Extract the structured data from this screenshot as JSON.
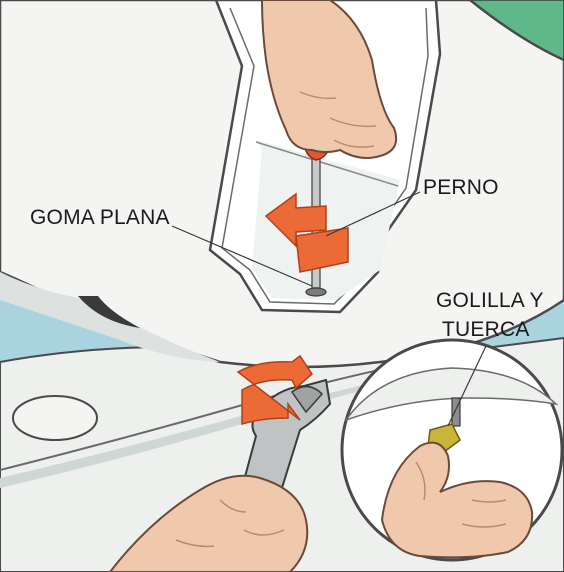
{
  "colors": {
    "background_blue": "#a8d3df",
    "porcelain": "#f4f5f3",
    "outline": "#4a4a4a",
    "skin": "#f0c9ad",
    "skin_shadow": "#d99f83",
    "arrow_orange": "#ec6a36",
    "screwdriver_red": "#e2582e",
    "hardware_gray": "#8d8d8d",
    "nut_yellow": "#c9b53a",
    "green_accent": "#5fb88a"
  },
  "icons": [
    "rotation-arrow-icon",
    "screwdriver-icon",
    "wrench-icon",
    "bolt-icon",
    "nut-icon"
  ],
  "labels": {
    "goma_plana": "GOMA PLANA",
    "perno": "PERNO",
    "golilla_line1": "GOLILLA Y",
    "golilla_line2": "TUERCA"
  }
}
